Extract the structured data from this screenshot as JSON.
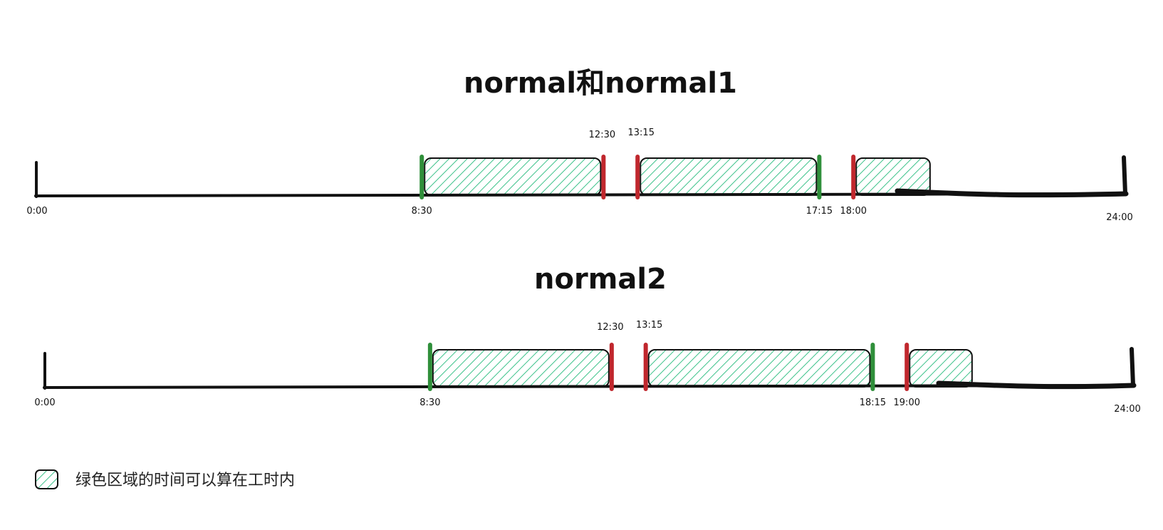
{
  "colors": {
    "green_fill": "#3cc28a",
    "green_marker": "#2f8f3a",
    "red_marker": "#c0272d",
    "axis": "#111111"
  },
  "timelines": [
    {
      "title": "normal和normal1",
      "start_label": "0:00",
      "end_label": "24:00",
      "markers": [
        {
          "time": "8:30",
          "color": "green"
        },
        {
          "time": "12:30",
          "color": "red"
        },
        {
          "time": "13:15",
          "color": "red"
        },
        {
          "time": "17:15",
          "color": "green"
        },
        {
          "time": "18:00",
          "color": "red"
        }
      ],
      "green_areas": [
        {
          "start": "8:30",
          "end": "12:30"
        },
        {
          "start": "13:15",
          "end": "17:15"
        },
        {
          "start": "18:00",
          "end": "19:45"
        }
      ]
    },
    {
      "title": "normal2",
      "start_label": "0:00",
      "end_label": "24:00",
      "markers": [
        {
          "time": "8:30",
          "color": "green"
        },
        {
          "time": "12:30",
          "color": "red"
        },
        {
          "time": "13:15",
          "color": "red"
        },
        {
          "time": "18:15",
          "color": "green"
        },
        {
          "time": "19:00",
          "color": "red"
        }
      ],
      "green_areas": [
        {
          "start": "8:30",
          "end": "12:30"
        },
        {
          "start": "13:15",
          "end": "18:15"
        },
        {
          "start": "19:00",
          "end": "20:30"
        }
      ]
    }
  ],
  "legend": {
    "text": "绿色区域的时间可以算在工时内"
  }
}
